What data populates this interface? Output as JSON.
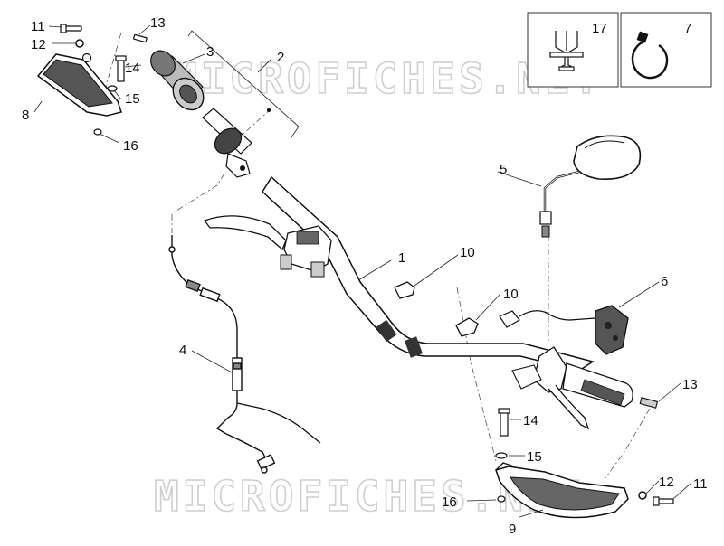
{
  "watermark": {
    "text": "MICROFICHES.NET"
  },
  "inset_boxes": [
    {
      "id": "box-17",
      "number": "17"
    },
    {
      "id": "box-7",
      "number": "7"
    }
  ],
  "callouts": [
    {
      "key": "c11a",
      "number": "11"
    },
    {
      "key": "c12a",
      "number": "12"
    },
    {
      "key": "c13a",
      "number": "13"
    },
    {
      "key": "c14a",
      "number": "14"
    },
    {
      "key": "c15a",
      "number": "15"
    },
    {
      "key": "c8",
      "number": "8"
    },
    {
      "key": "c16a",
      "number": "16"
    },
    {
      "key": "c3",
      "number": "3"
    },
    {
      "key": "c2",
      "number": "2"
    },
    {
      "key": "c5",
      "number": "5"
    },
    {
      "key": "c1",
      "number": "1"
    },
    {
      "key": "c10a",
      "number": "10"
    },
    {
      "key": "c10b",
      "number": "10"
    },
    {
      "key": "c6",
      "number": "6"
    },
    {
      "key": "c4",
      "number": "4"
    },
    {
      "key": "c13b",
      "number": "13"
    },
    {
      "key": "c14b",
      "number": "14"
    },
    {
      "key": "c15b",
      "number": "15"
    },
    {
      "key": "c12b",
      "number": "12"
    },
    {
      "key": "c11b",
      "number": "11"
    },
    {
      "key": "c16b",
      "number": "16"
    },
    {
      "key": "c9",
      "number": "9"
    }
  ]
}
